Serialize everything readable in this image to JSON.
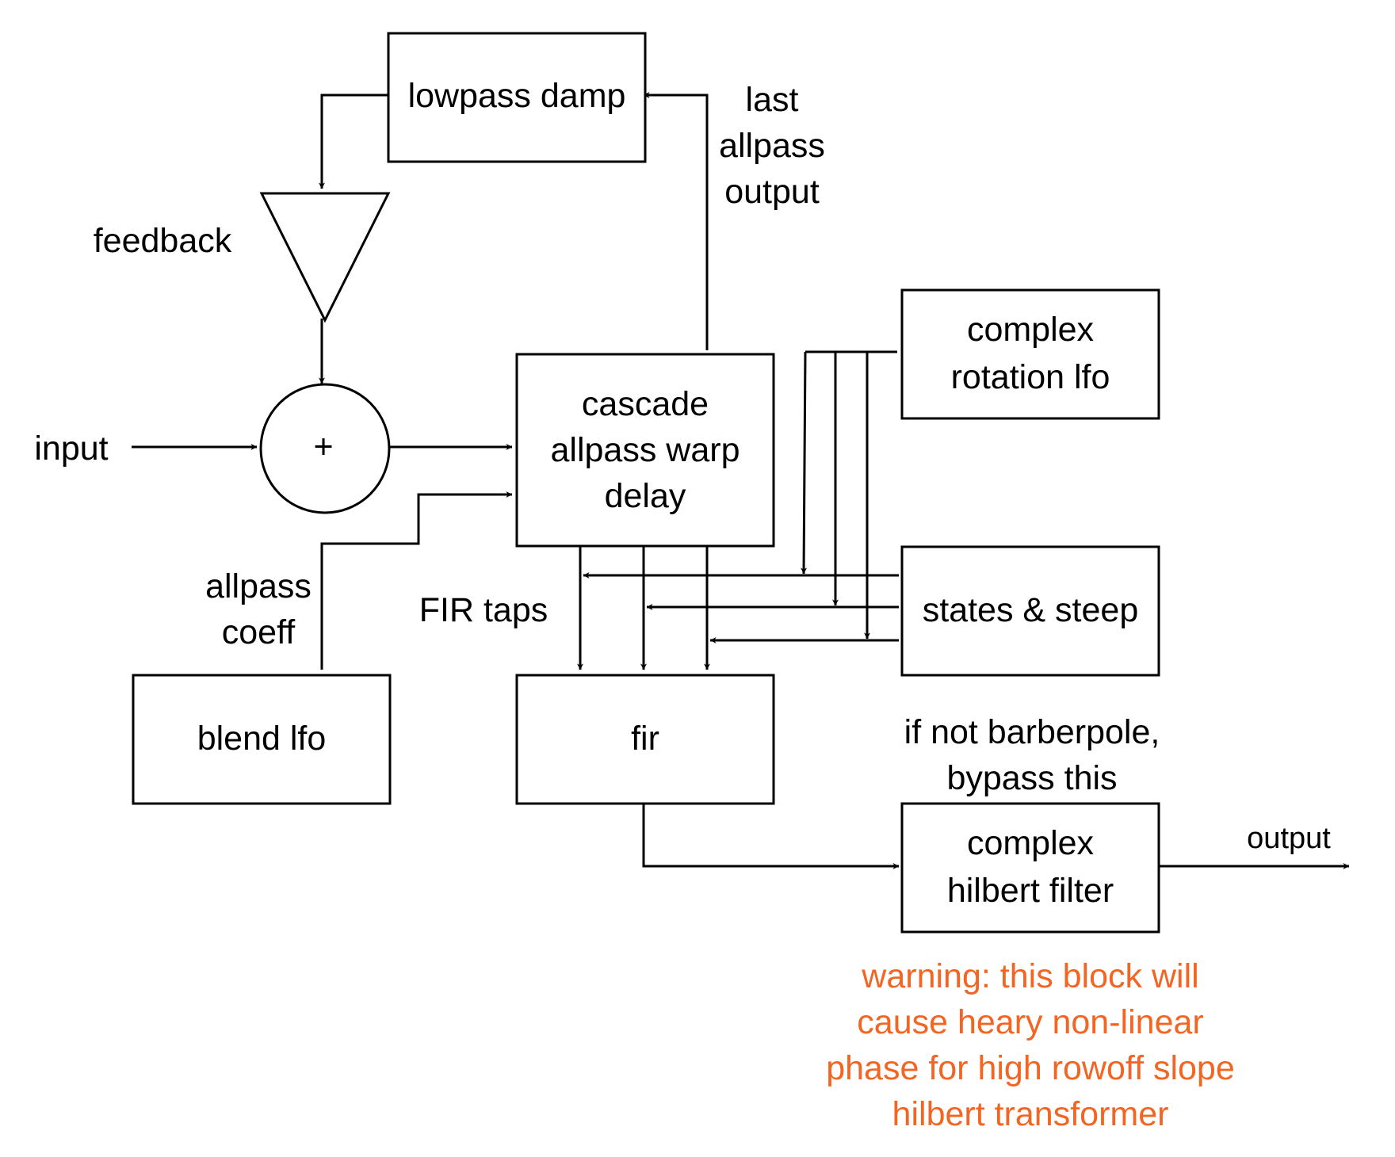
{
  "blocks": {
    "lowpass": [
      "lowpass damp"
    ],
    "cascade": [
      "cascade",
      "allpass warp",
      "delay"
    ],
    "complex_lfo": [
      "complex",
      "rotation lfo"
    ],
    "states": [
      "states & steep"
    ],
    "blend_lfo": [
      "blend lfo"
    ],
    "fir": [
      "fir"
    ],
    "hilbert": [
      "complex",
      "hilbert filter"
    ]
  },
  "summer": {
    "symbol": "+"
  },
  "labels": {
    "feedback": "feedback",
    "input": "input",
    "last_allpass_output": [
      "last",
      "allpass",
      "output"
    ],
    "allpass_coeff": [
      "allpass",
      "coeff"
    ],
    "fir_taps": "FIR taps",
    "output": "output",
    "bypass_note": [
      "if not barberpole,",
      "bypass this"
    ]
  },
  "warning": {
    "lines": [
      "warning: this block will",
      "cause heary non-linear",
      "phase for high rowoff slope",
      "hilbert transformer"
    ],
    "color": "#f26522"
  }
}
